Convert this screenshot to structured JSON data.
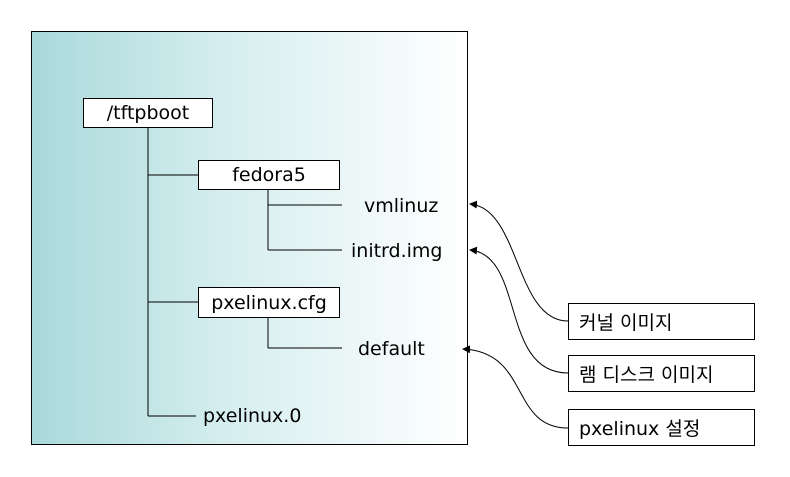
{
  "tree": {
    "root": "/tftpboot",
    "fedora_dir": "fedora5",
    "vmlinuz": "vmlinuz",
    "initrd": "initrd.img",
    "cfg_dir": "pxelinux.cfg",
    "default_file": "default",
    "pxelinux0": "pxelinux.0"
  },
  "annotations": {
    "kernel": "커널 이미지",
    "ramdisk": "램 디스크 이미지",
    "config": "pxelinux 설정"
  },
  "colors": {
    "panel_gradient_start": "#a9d9db",
    "panel_gradient_end": "#ffffff"
  }
}
